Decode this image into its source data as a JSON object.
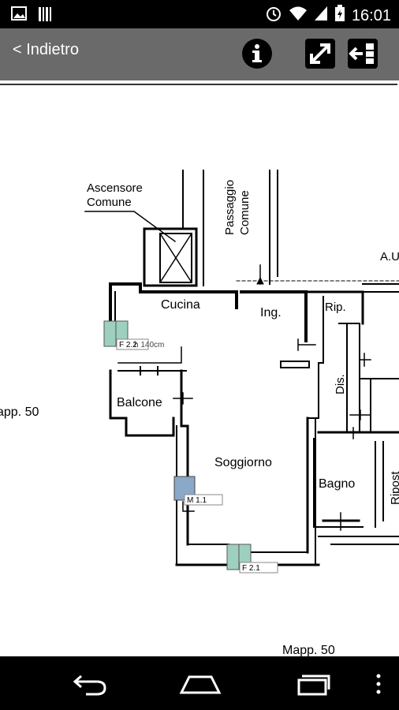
{
  "status": {
    "time": "16:01"
  },
  "toolbar": {
    "back_label": "< Indietro"
  },
  "plan": {
    "labels": {
      "ascensore": "Ascensore",
      "comune1": "Comune",
      "passaggio": "Passaggio",
      "comune2": "Comune",
      "au": "A.U",
      "cucina": "Cucina",
      "ing": "Ing.",
      "rip": "Rip.",
      "dis": "Dis.",
      "balcone": "Balcone",
      "soggiorno": "Soggiorno",
      "bagno": "Bagno",
      "mapp_left": "app. 50",
      "mapp_bottom": "Mapp. 50",
      "h_partial": "h 140cm",
      "rip_right": "Ripost"
    },
    "tags": {
      "f22": "F 2.2",
      "m11": "M 1.1",
      "f21": "F 2.1"
    }
  },
  "colors": {
    "appbar": "#6a6a6a",
    "window_fill": "#9ed0c0"
  }
}
